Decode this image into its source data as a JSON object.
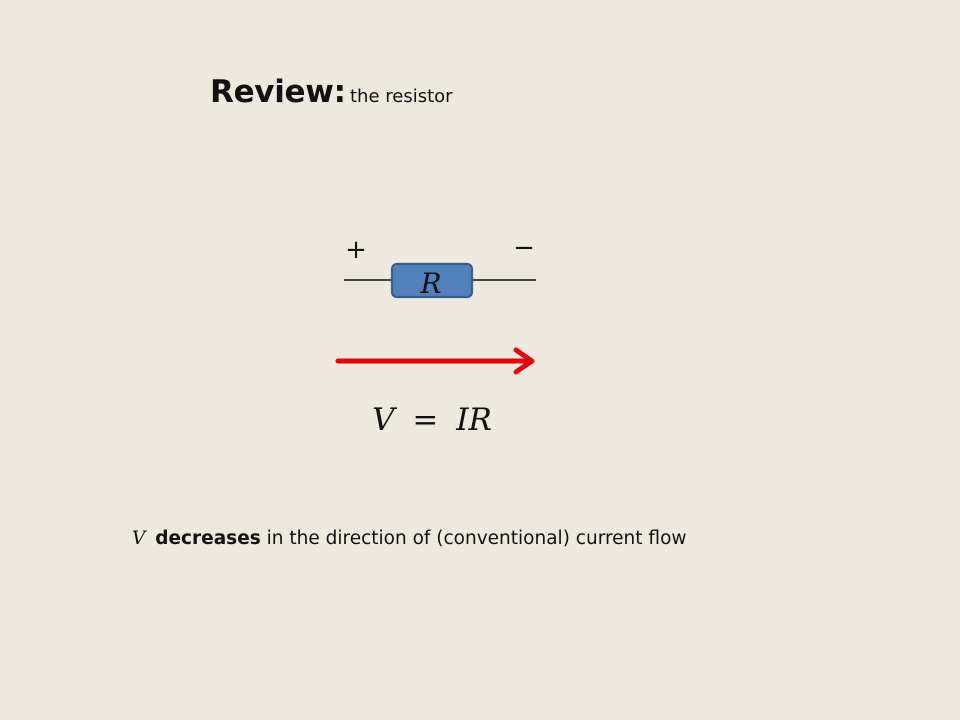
{
  "slide": {
    "title": "Review:",
    "subtitle": "the resistor"
  },
  "diagram": {
    "plus_sign": "+",
    "minus_sign": "−",
    "resistor_label": "R",
    "arrow_color": "#e3060b",
    "resistor_fill": "#4f81bd",
    "resistor_stroke": "#385d8a",
    "equation": {
      "lhs": "V",
      "equals": "=",
      "rhs": "IR"
    }
  },
  "caption": {
    "variable": "V",
    "emphasis": "decreases",
    "rest": "in the direction of (conventional) current flow"
  }
}
